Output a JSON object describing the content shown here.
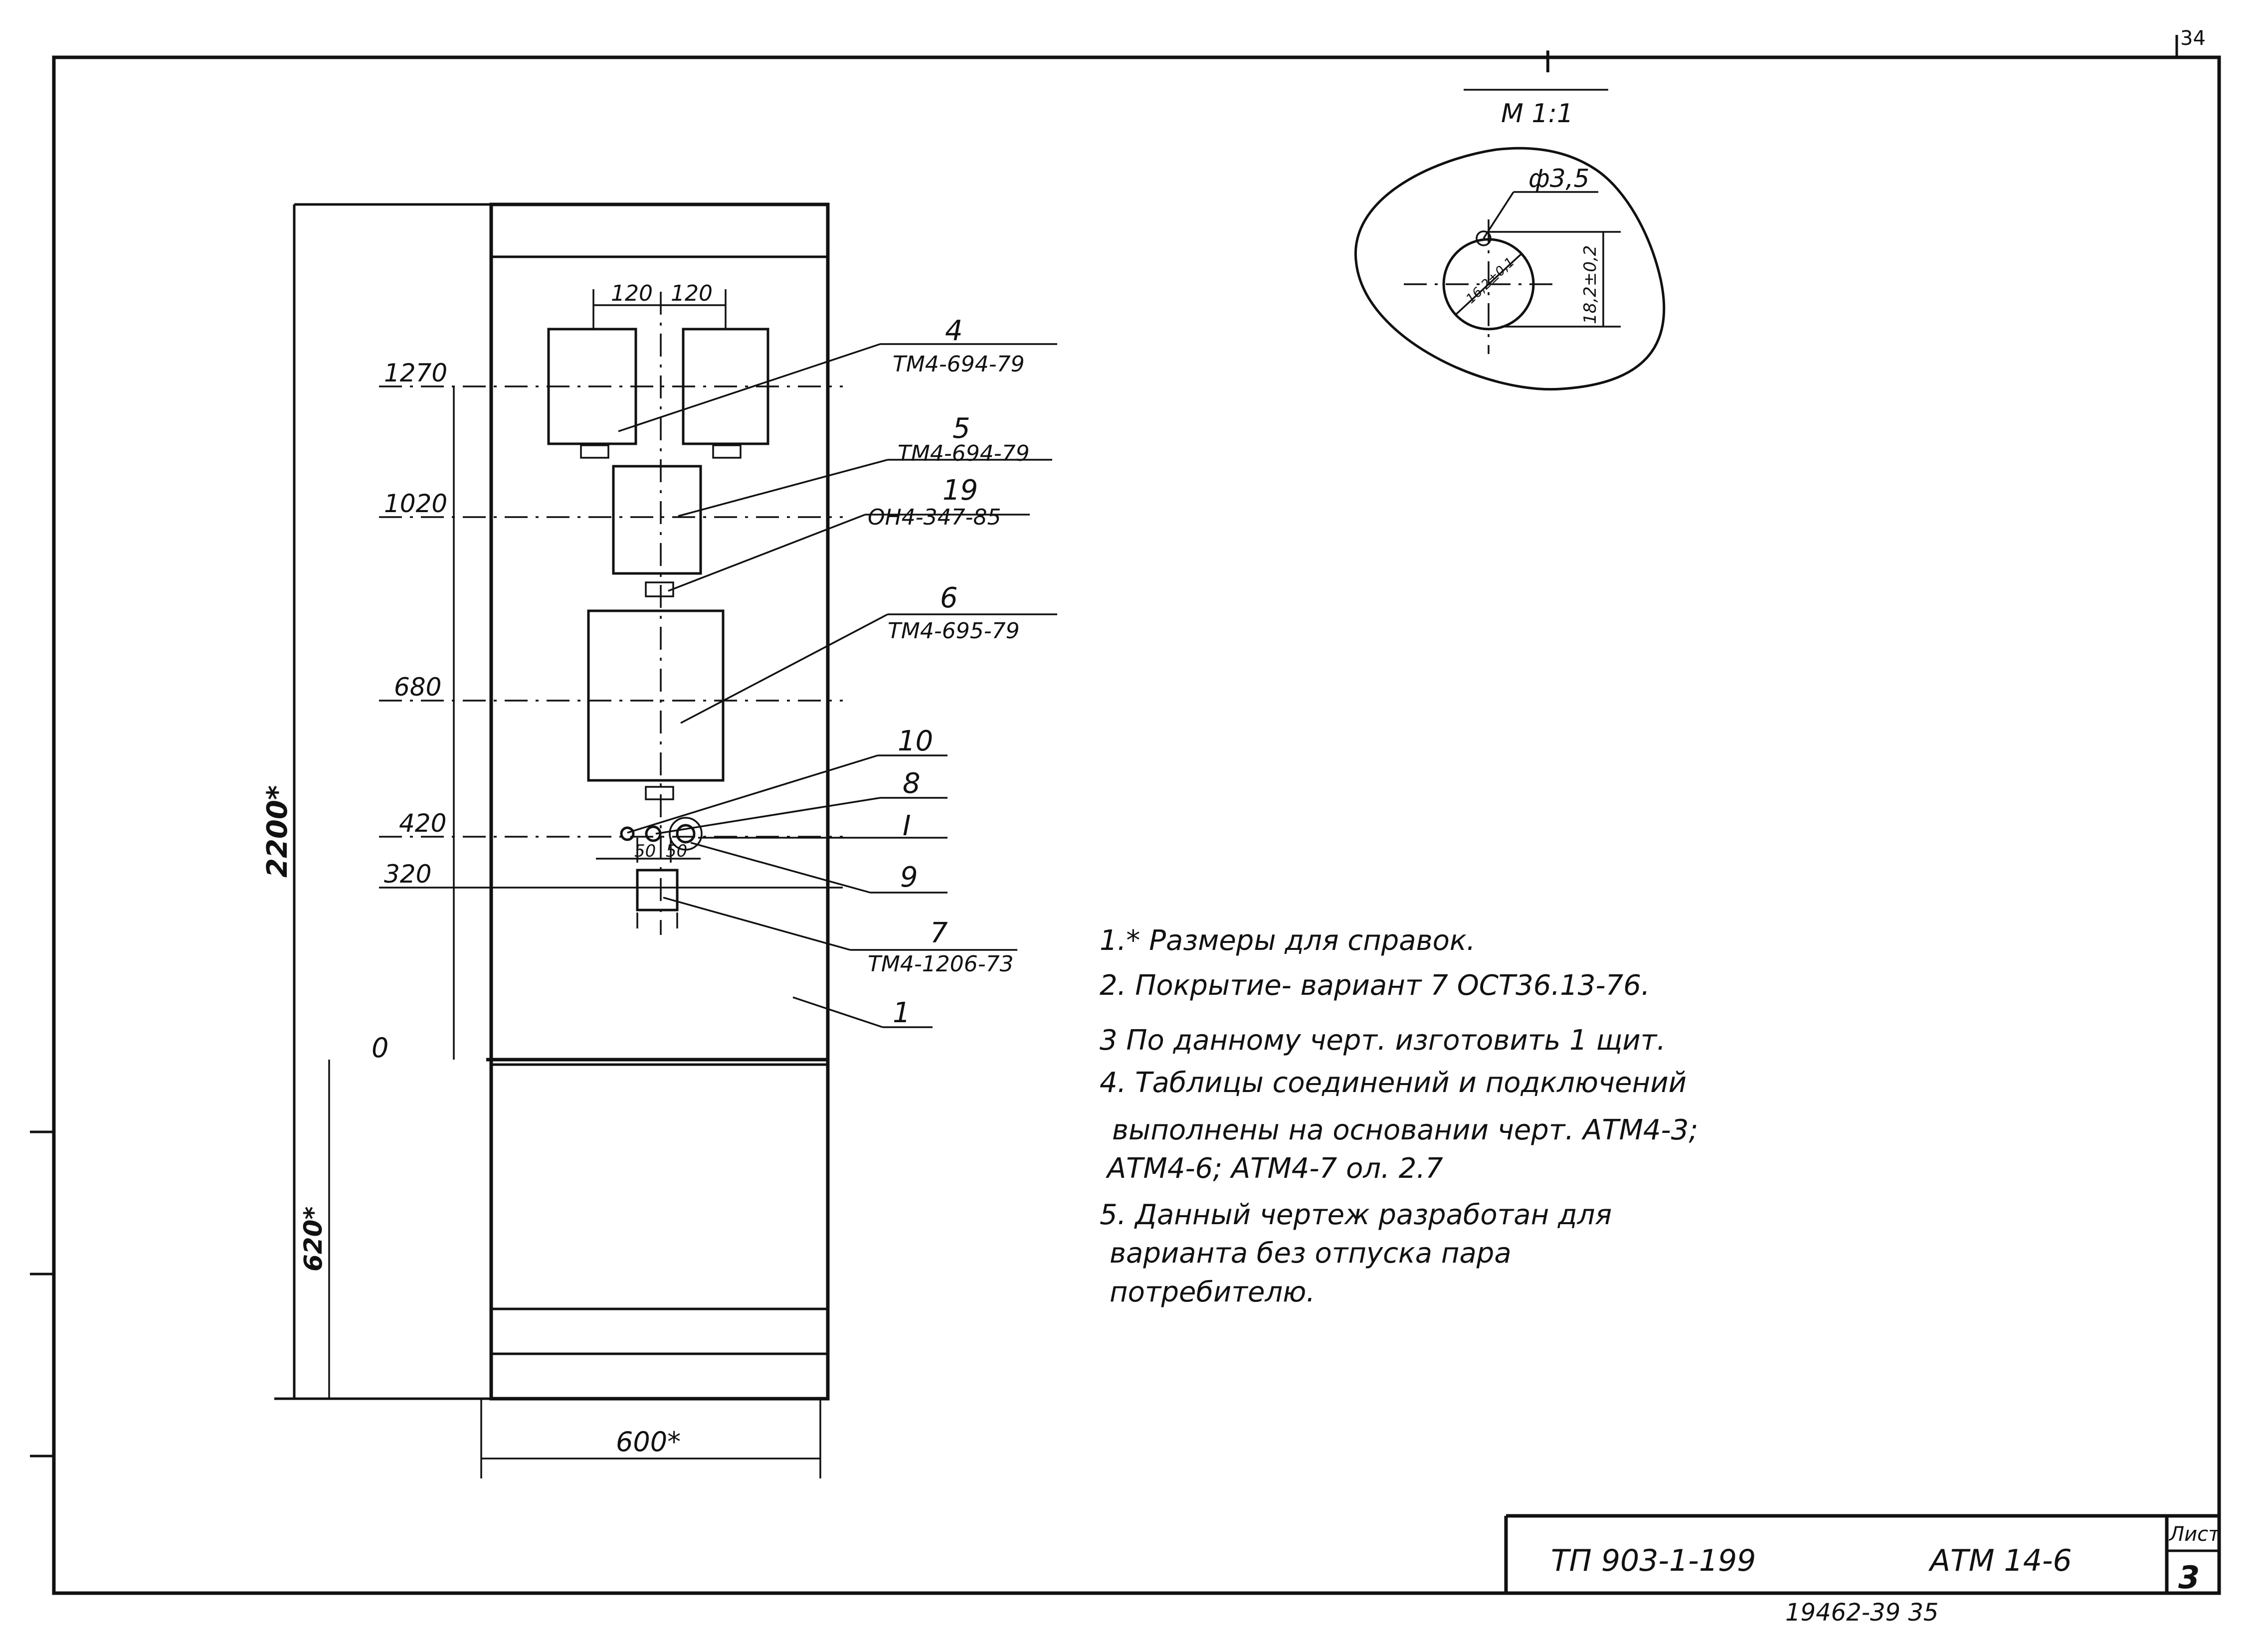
{
  "sheet_corner": "34",
  "section": {
    "mark": "I",
    "scale": "M 1:1",
    "diameter": "ф3,5",
    "dim_a": "16,2±0,1",
    "dim_b": "18,2±0,2"
  },
  "panel": {
    "top_dims": [
      "120",
      "120"
    ],
    "levels": [
      "1270",
      "1020",
      "680",
      "420",
      "320",
      "0"
    ],
    "overall_height": "2200*",
    "base_height": "620*",
    "width": "600*",
    "small_dims": [
      "50",
      "50"
    ]
  },
  "callouts": [
    {
      "num": "4",
      "ref": "ТМ4-694-79"
    },
    {
      "num": "5",
      "ref": "ТМ4-694-79"
    },
    {
      "num": "19",
      "ref": "ОН4-347-85"
    },
    {
      "num": "6",
      "ref": "ТМ4-695-79"
    },
    {
      "num": "10",
      "ref": ""
    },
    {
      "num": "8",
      "ref": ""
    },
    {
      "num": "I",
      "ref": ""
    },
    {
      "num": "9",
      "ref": ""
    },
    {
      "num": "7",
      "ref": "ТМ4-1206-73"
    },
    {
      "num": "1",
      "ref": ""
    }
  ],
  "notes": [
    "1.* Размеры для справок.",
    "2. Покрытие- вариант 7 ОСТ36.13-76.",
    "3 По данному черт. изготовить 1 щит.",
    "4. Таблицы соединений и подключений",
    "выполнены на основании черт. АТМ4-3;",
    "АТМ4-6; АТМ4-7 ол. 2.7",
    "5. Данный чертеж разработан для",
    "варианта без отпуска пара",
    "потребителю."
  ],
  "title_block": {
    "project": "ТП 903-1-199",
    "code": "АТМ 14-6",
    "sheet_label": "Лист",
    "sheet_num": "3"
  },
  "bottom_number": "19462-39 35"
}
